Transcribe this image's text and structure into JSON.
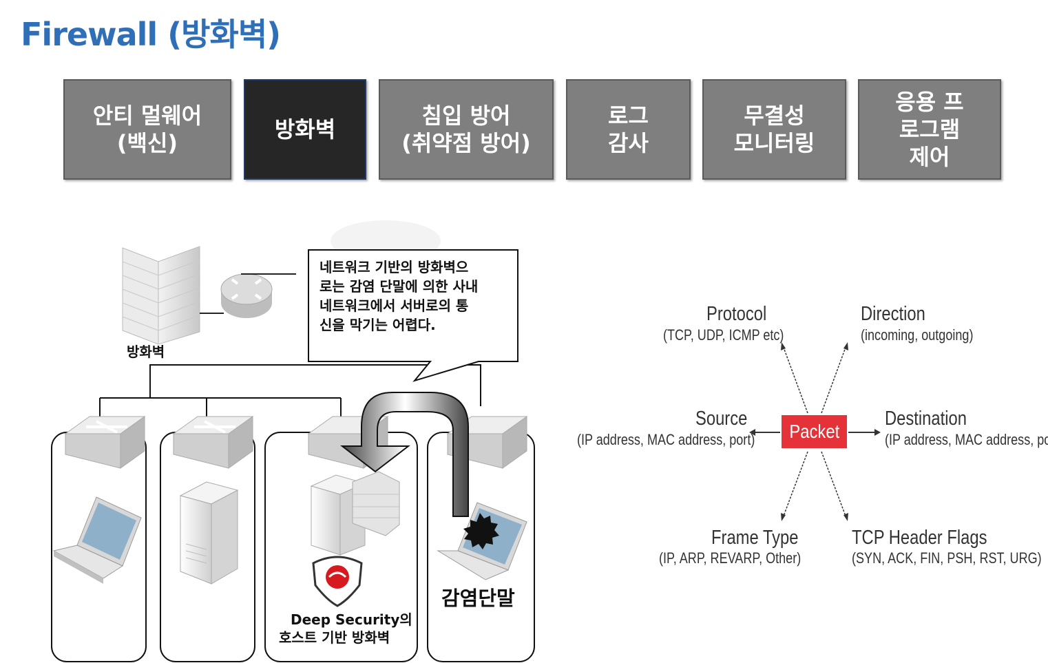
{
  "title": "Firewall (방화벽)",
  "tabs": [
    {
      "label": "안티 멀웨어\n(백신)",
      "active": false
    },
    {
      "label": "방화벽",
      "active": true
    },
    {
      "label": "침입 방어\n(취약점 방어)",
      "active": false
    },
    {
      "label": "로그\n감사",
      "active": false
    },
    {
      "label": "무결성\n모니터링",
      "active": false
    },
    {
      "label": "응용  프\n로그램\n제어",
      "active": false
    }
  ],
  "diagram": {
    "firewall_label": "방화벽",
    "callout": "네트워크 기반의  방화벽으\n로는 감염 단말에 의한 사내\n네트워크에서  서버로의 통\n신을 막기는  어렵다.",
    "deep_security_label_line1": "Deep Security의",
    "deep_security_label_line2": "호스트 기반 방화벽",
    "infected_label": "감염단말"
  },
  "packet": {
    "center": "Packet",
    "protocol": {
      "title": "Protocol",
      "detail": "(TCP, UDP, ICMP etc)"
    },
    "direction": {
      "title": "Direction",
      "detail": "(incoming, outgoing)"
    },
    "source": {
      "title": "Source",
      "detail": "(IP address, MAC address, port)"
    },
    "destination": {
      "title": "Destination",
      "detail": "(IP address, MAC address, port)"
    },
    "frame_type": {
      "title": "Frame Type",
      "detail": "(IP, ARP, REVARP, Other)"
    },
    "tcp_flags": {
      "title": "TCP Header Flags",
      "detail": "(SYN, ACK, FIN, PSH, RST, URG)"
    }
  },
  "colors": {
    "title": "#2e6fb7",
    "tab": "#7f7f7f",
    "tab_active": "#262626",
    "packet": "#e53138"
  }
}
